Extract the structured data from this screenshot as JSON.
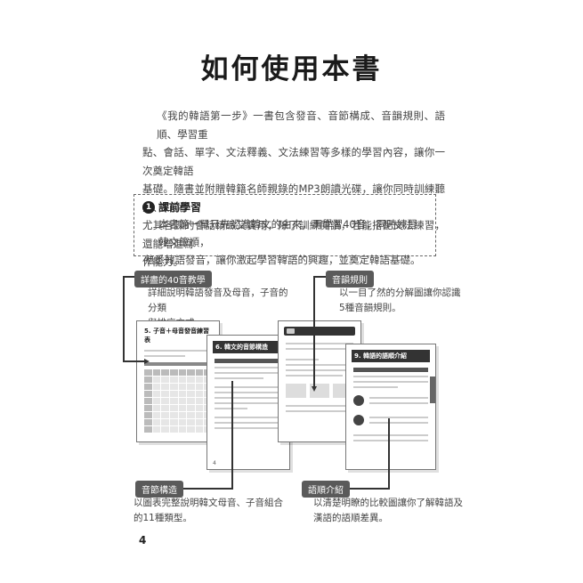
{
  "title": "如何使用本書",
  "intro": {
    "line1": "《我的韓語第一步》一書包含發音、音節構成、音韻規則、語順、學習重",
    "line2": "點、會話、單字、文法釋義、文法練習等多樣的學習內容，讓你一次奠定韓語",
    "line3": "基礎。隨書並附贈韓籍名師親錄的MP3朗讀光碟，讓你同時訓練聽力、口說。",
    "line4": "尤其各課的會話精緻又實用，除了訓練閱讀，若能搭配文法練習，還能增進寫",
    "line5": "作能力。"
  },
  "pre_study": {
    "number": "1",
    "heading": "課前學習",
    "line1": "本書第一單元先認識韓文的由來，再學習40音，同時練習韓文筆順，",
    "line2": "熟悉韓語發音，讓你激起學習韓語的興趣，並奠定韓語基礎。"
  },
  "callouts": {
    "c40": {
      "label": "詳盡的40音教學",
      "line1": "詳細說明韓語發音及母音，子音的分類",
      "line2": "與排序方式。"
    },
    "rules": {
      "label": "音韻規則",
      "line1": "以一目了然的分解圖讓你認識",
      "line2": "5種音韻規則。"
    },
    "syllable": {
      "label": "音節構造",
      "line1": "以圖表完整說明韓文母音、子音組合",
      "line2": "的11種類型。"
    },
    "order": {
      "label": "語順介紹",
      "line1": "以清楚明瞭的比較圖讓你了解韓語及",
      "line2": "漢語的語順差異。"
    }
  },
  "pages": {
    "p1_title": "5. 子音＋母音發音練習表",
    "p2_title": "6. 韓文的音節構造",
    "p4_title": "9. 韓語的語順介紹"
  },
  "page_number": "4",
  "colors": {
    "label_bg": "#5a5a5a",
    "header_bar": "#333333",
    "dashed_border": "#666666"
  }
}
